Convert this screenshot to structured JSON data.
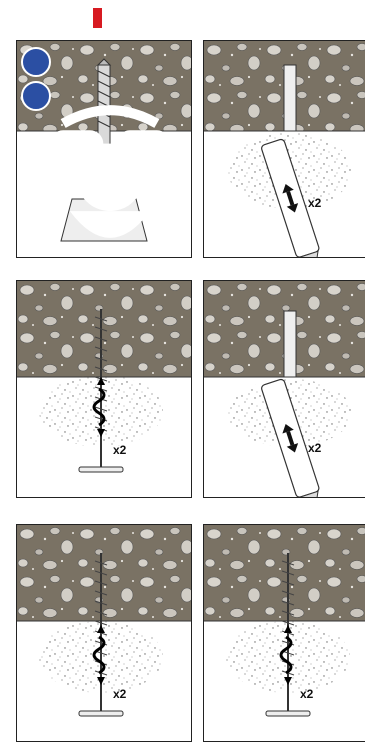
{
  "colors": {
    "marker": "#d71a21",
    "ppe": "#2b4fa3",
    "concrete": "#7a7264"
  },
  "icons": [
    "eye-protection-icon",
    "dust-mask-icon"
  ],
  "steps": [
    {
      "name": "drill-hole",
      "times": ""
    },
    {
      "name": "blow-out-1",
      "times": "x2"
    },
    {
      "name": "brush-1",
      "times": "x2"
    },
    {
      "name": "blow-out-2",
      "times": "x2"
    },
    {
      "name": "brush-2",
      "times": "x2"
    },
    {
      "name": "brush-3",
      "times": "x2"
    }
  ]
}
